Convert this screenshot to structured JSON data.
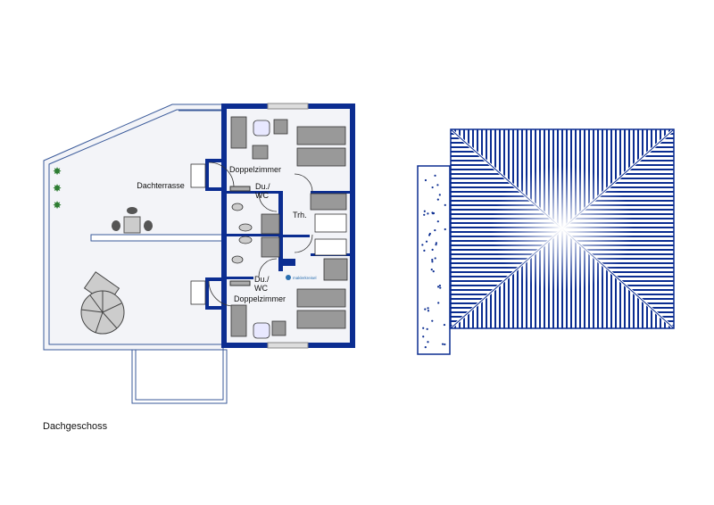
{
  "floor_title": "Dachgeschoss",
  "rooms": {
    "terrace": "Dachterrasse",
    "bedroom_top": "Doppelzimmer",
    "bedroom_bottom": "Doppelzimmer",
    "bath_top": [
      "Du./",
      "WC"
    ],
    "bath_bottom": [
      "Du./",
      "WC"
    ],
    "stairwell": "Trh."
  },
  "logo_text": "maklerkreisel",
  "colors": {
    "wall": "#0b2d91",
    "floor": "#f3f4f8",
    "furniture": "#9a9a9a",
    "plant": "#2e7d32"
  }
}
